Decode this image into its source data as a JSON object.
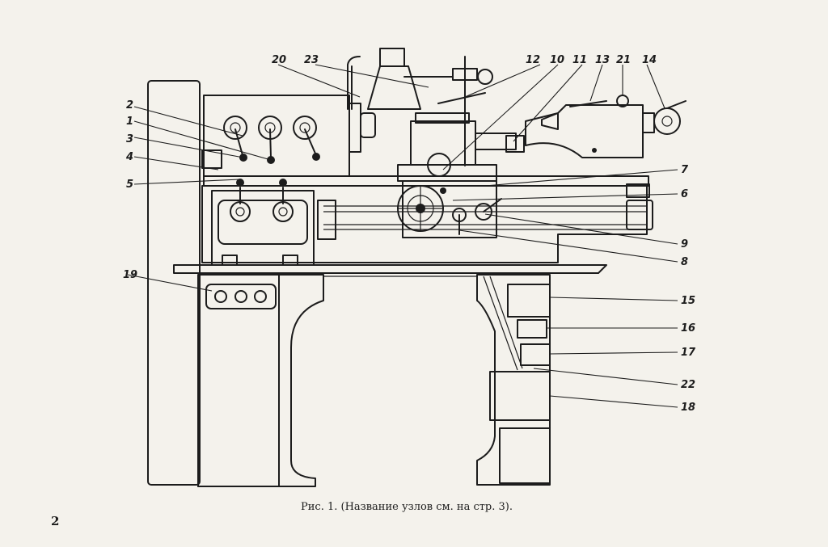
{
  "figure": {
    "caption": "Рис. 1. (Название узлов см. на стр. 3).",
    "page_number": "2",
    "callouts": [
      "1",
      "2",
      "3",
      "4",
      "5",
      "6",
      "7",
      "8",
      "9",
      "10",
      "11",
      "12",
      "13",
      "14",
      "15",
      "16",
      "17",
      "18",
      "19",
      "20",
      "21",
      "22",
      "23"
    ]
  }
}
